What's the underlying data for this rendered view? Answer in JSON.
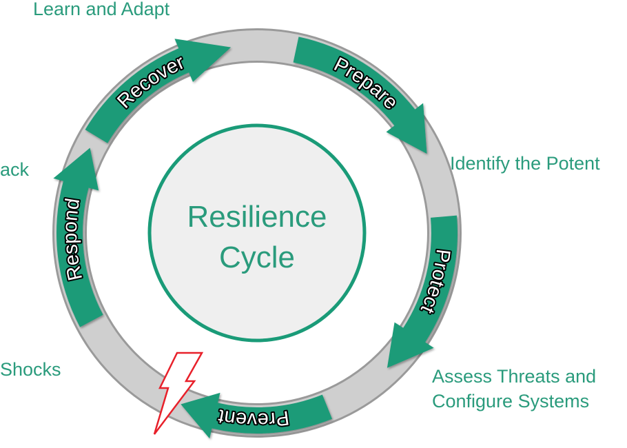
{
  "center": {
    "title_line1": "Resilience",
    "title_line2": "Cycle"
  },
  "stages": {
    "prepare": "Prepare",
    "protect": "Protect",
    "prevent": "Prevent",
    "respond": "Respond",
    "recover": "Recover"
  },
  "outer_labels": {
    "learn_adapt": "Learn and Adapt",
    "identify": "Identify the Potent",
    "assess_line1": "Assess Threats and",
    "assess_line2": "Configure Systems",
    "back": "ack",
    "shocks": "Shocks"
  },
  "icons": {
    "shock": "lightning-bolt-icon"
  },
  "colors": {
    "accent_green": "#1a9b78",
    "text_green": "#2a9b7c",
    "ring_gray": "#cfcfcf",
    "ring_border": "#9a9a9a",
    "center_fill": "#efefef",
    "bolt_red": "#e8202a"
  }
}
